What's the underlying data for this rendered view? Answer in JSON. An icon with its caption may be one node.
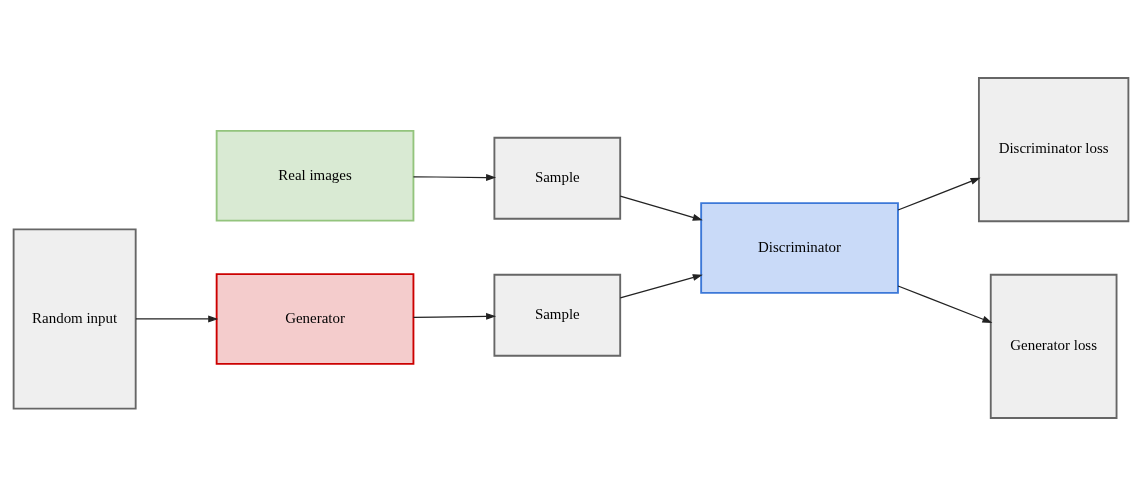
{
  "diagram": {
    "nodes": [
      {
        "text": [
          "Real images"
        ]
      },
      {
        "text": [
          "Sample"
        ]
      },
      {
        "text": [
          "Random input"
        ]
      },
      {
        "text": [
          "Generator"
        ]
      },
      {
        "text": [
          "Sample"
        ]
      },
      {
        "text": [
          "Discriminator"
        ]
      },
      {
        "text": [
          "Discriminator loss"
        ]
      },
      {
        "text": [
          "Generator loss"
        ]
      }
    ],
    "edges": [
      {
        "from": 0,
        "to": 1,
        "arrow": "to"
      },
      {
        "from": 2,
        "to": 3,
        "arrow": "to"
      },
      {
        "from": 3,
        "to": 4,
        "arrow": "to"
      },
      {
        "from": 1,
        "to": 5,
        "arrow": "to"
      },
      {
        "from": 4,
        "to": 5,
        "arrow": "to"
      },
      {
        "from": 5,
        "to": 6,
        "arrow": "to"
      },
      {
        "from": 5,
        "to": 7,
        "arrow": "to"
      }
    ]
  }
}
